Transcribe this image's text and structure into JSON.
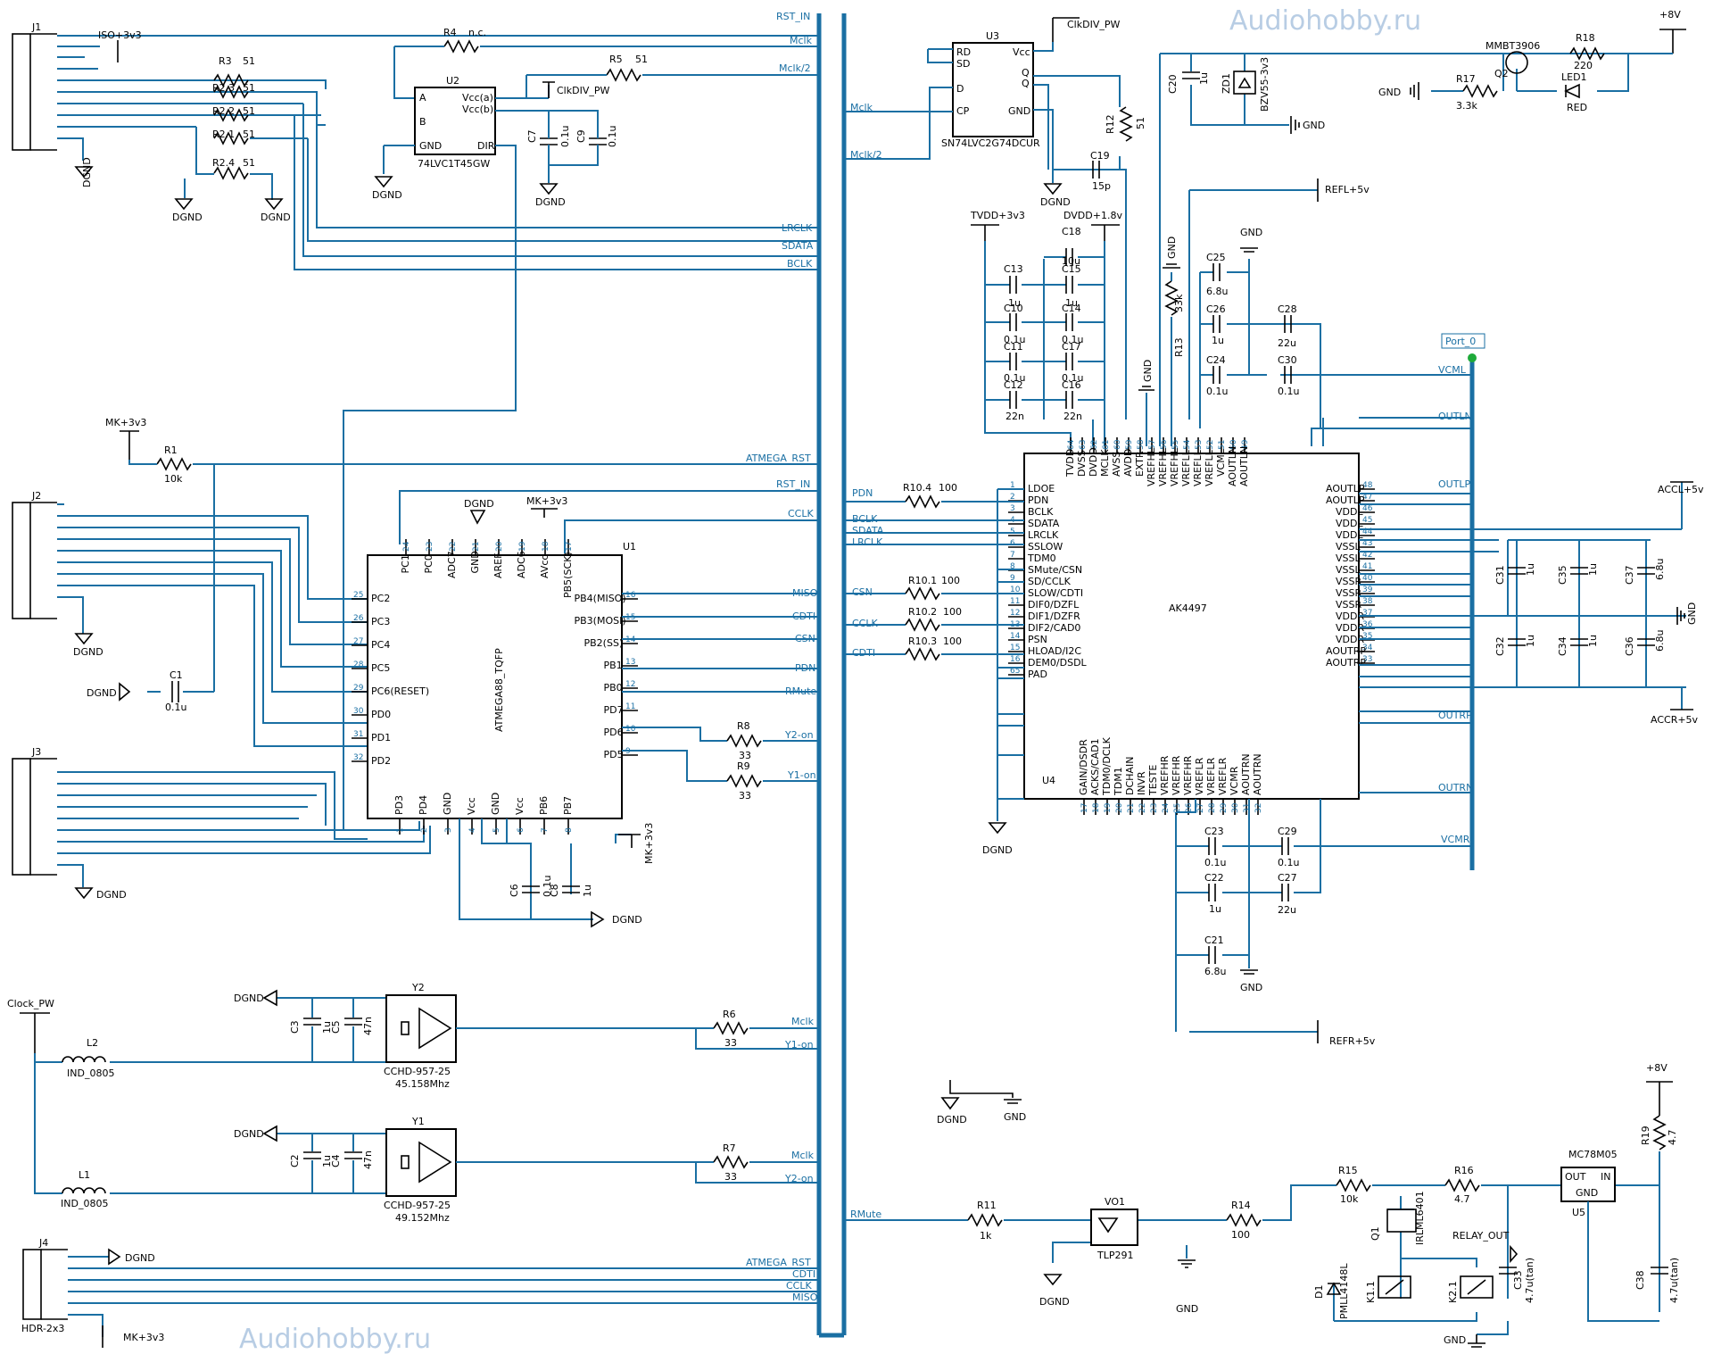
{
  "watermark": "Audiohobby.ru",
  "chips": {
    "U1": {
      "ref": "U1",
      "part": "ATMEGA88_TQFP"
    },
    "U2": {
      "ref": "U2",
      "part": "74LVC1T45GW"
    },
    "U3": {
      "ref": "U3",
      "part": "SN74LVC2G74DCUR"
    },
    "U4": {
      "ref": "U4",
      "part": "AK4497"
    },
    "U5": {
      "ref": "U5",
      "part": "MC78M05",
      "gnd": "GND",
      "out": "OUT",
      "in": "IN"
    },
    "VO1": {
      "ref": "VO1",
      "part": "TLP291"
    },
    "Y1": {
      "ref": "Y1",
      "part": "CCHD-957-25",
      "freq": "49.152Mhz"
    },
    "Y2": {
      "ref": "Y2",
      "part": "CCHD-957-25",
      "freq": "45.158Mhz"
    },
    "Q1": {
      "ref": "Q1",
      "part": "IRLML6401"
    },
    "Q2": {
      "ref": "Q2",
      "part": "MMBT3906"
    }
  },
  "connectors": {
    "J1": "J1",
    "J2": "J2",
    "J3": "J3",
    "J4": "J4",
    "J4_part": "HDR-2x3"
  },
  "resistors": {
    "R1": {
      "ref": "R1",
      "val": "10k"
    },
    "R2_1": {
      "ref": "R2.1",
      "val": "51"
    },
    "R2_2": {
      "ref": "R2.2",
      "val": "51"
    },
    "R2_3": {
      "ref": "R2.3",
      "val": "51"
    },
    "R2_4": {
      "ref": "R2.4",
      "val": "51"
    },
    "R3": {
      "ref": "R3",
      "val": "51"
    },
    "R4": {
      "ref": "R4",
      "val": "n.c."
    },
    "R5": {
      "ref": "R5",
      "val": "51"
    },
    "R6": {
      "ref": "R6",
      "val": "33"
    },
    "R7": {
      "ref": "R7",
      "val": "33"
    },
    "R8": {
      "ref": "R8",
      "val": "33"
    },
    "R9": {
      "ref": "R9",
      "val": "33"
    },
    "R10_1": {
      "ref": "R10.1",
      "val": "100"
    },
    "R10_2": {
      "ref": "R10.2",
      "val": "100"
    },
    "R10_3": {
      "ref": "R10.3",
      "val": "100"
    },
    "R10_4": {
      "ref": "R10.4",
      "val": "100"
    },
    "R11": {
      "ref": "R11",
      "val": "1k"
    },
    "R12": {
      "ref": "R12",
      "val": "51"
    },
    "R13": {
      "ref": "R13",
      "val": "33k"
    },
    "R14": {
      "ref": "R14",
      "val": "100"
    },
    "R15": {
      "ref": "R15",
      "val": "10k"
    },
    "R16": {
      "ref": "R16",
      "val": "4.7"
    },
    "R17": {
      "ref": "R17",
      "val": "3.3k"
    },
    "R18": {
      "ref": "R18",
      "val": "220"
    },
    "R19": {
      "ref": "R19",
      "val": "4.7"
    }
  },
  "inductors": {
    "L1": {
      "ref": "L1",
      "val": "IND_0805"
    },
    "L2": {
      "ref": "L2",
      "val": "IND_0805"
    }
  },
  "capacitors": {
    "C1": {
      "ref": "C1",
      "val": "0.1u"
    },
    "C2": {
      "ref": "C2",
      "val": "1u"
    },
    "C3": {
      "ref": "C3",
      "val": "1u"
    },
    "C4": {
      "ref": "C4",
      "val": "47n"
    },
    "C5": {
      "ref": "C5",
      "val": "47n"
    },
    "C6": {
      "ref": "C6",
      "val": "0.1u"
    },
    "C7": {
      "ref": "C7",
      "val": "0.1u"
    },
    "C8": {
      "ref": "C8",
      "val": "1u"
    },
    "C9": {
      "ref": "C9",
      "val": "0.1u"
    },
    "C10": {
      "ref": "C10",
      "val": "0.1u"
    },
    "C11": {
      "ref": "C11",
      "val": "0.1u"
    },
    "C12": {
      "ref": "C12",
      "val": "22n"
    },
    "C13": {
      "ref": "C13",
      "val": "1u"
    },
    "C14": {
      "ref": "C14",
      "val": "0.1u"
    },
    "C15": {
      "ref": "C15",
      "val": "1u"
    },
    "C16": {
      "ref": "C16",
      "val": "22n"
    },
    "C17": {
      "ref": "C17",
      "val": "0.1u"
    },
    "C18": {
      "ref": "C18",
      "val": "10u"
    },
    "C19": {
      "ref": "C19",
      "val": "15p"
    },
    "C20": {
      "ref": "C20",
      "val": "1u"
    },
    "C21": {
      "ref": "C21",
      "val": "6.8u"
    },
    "C22": {
      "ref": "C22",
      "val": "1u"
    },
    "C23": {
      "ref": "C23",
      "val": "0.1u"
    },
    "C24": {
      "ref": "C24",
      "val": "0.1u"
    },
    "C25": {
      "ref": "C25",
      "val": "6.8u"
    },
    "C26": {
      "ref": "C26",
      "val": "1u"
    },
    "C27": {
      "ref": "C27",
      "val": "22u"
    },
    "C28": {
      "ref": "C28",
      "val": "22u"
    },
    "C29": {
      "ref": "C29",
      "val": "0.1u"
    },
    "C30": {
      "ref": "C30",
      "val": "0.1u"
    },
    "C31": {
      "ref": "C31",
      "val": "1u"
    },
    "C32": {
      "ref": "C32",
      "val": "1u"
    },
    "C33": {
      "ref": "C33",
      "val": "4.7u(tan)"
    },
    "C34": {
      "ref": "C34",
      "val": "1u"
    },
    "C35": {
      "ref": "C35",
      "val": "1u"
    },
    "C36": {
      "ref": "C36",
      "val": "6.8u"
    },
    "C37": {
      "ref": "C37",
      "val": "6.8u"
    },
    "C38": {
      "ref": "C38",
      "val": "4.7u(tan)"
    }
  },
  "misc_parts": {
    "ZD1": {
      "ref": "ZD1",
      "val": "BZV55-3v3"
    },
    "D1": {
      "ref": "D1",
      "val": "PMLL4148L"
    },
    "LED1": {
      "ref": "LED1",
      "val": "RED"
    },
    "K1_1": {
      "ref": "K1.1"
    },
    "K2_1": {
      "ref": "K2.1"
    }
  },
  "power": {
    "dgnd": "DGND",
    "gnd": "GND",
    "iso": "ISO+3v3",
    "mk": "MK+3v3",
    "clkdiv": "ClkDIV_PW",
    "clock_pw": "Clock_PW",
    "tvdd": "TVDD+3v3",
    "dvdd": "DVDD+1.8v",
    "p8v": "+8V",
    "refl": "REFL+5v",
    "refr": "REFR+5v",
    "accl": "ACCL+5v",
    "accr": "ACCR+5v",
    "relay_out": "RELAY_OUT",
    "port0": "Port_0"
  },
  "nets": {
    "rst_in": "RST_IN",
    "mclk": "Mclk",
    "mclk2": "Mclk/2",
    "lrclk": "LRCLK",
    "sdata": "SDATA",
    "bclk": "BCLK",
    "atmega_rst": "ATMEGA_RST",
    "cclk": "CCLK",
    "miso": "MISO",
    "cdti": "CDTI",
    "csn": "CSN",
    "pdn": "PDN",
    "rmute": "RMute",
    "y2on": "Y2-on",
    "y1on": "Y1-on",
    "vcml": "VCML",
    "outln": "OUTLN",
    "outlp": "OUTLP",
    "outrp": "OUTRP",
    "outrn": "OUTRN",
    "vcmr": "VCMR"
  },
  "u1_pins": {
    "left": [
      {
        "num": "25",
        "name": "PC2"
      },
      {
        "num": "26",
        "name": "PC3"
      },
      {
        "num": "27",
        "name": "PC4"
      },
      {
        "num": "28",
        "name": "PC5"
      },
      {
        "num": "29",
        "name": "PC6(RESET)"
      },
      {
        "num": "30",
        "name": "PD0"
      },
      {
        "num": "31",
        "name": "PD1"
      },
      {
        "num": "32",
        "name": "PD2"
      }
    ],
    "right": [
      {
        "num": "16",
        "name": "PB4(MISO)"
      },
      {
        "num": "15",
        "name": "PB3(MOSI)"
      },
      {
        "num": "14",
        "name": "PB2(SS)"
      },
      {
        "num": "13",
        "name": "PB1"
      },
      {
        "num": "12",
        "name": "PB0"
      },
      {
        "num": "11",
        "name": "PD7"
      },
      {
        "num": "10",
        "name": "PD6"
      },
      {
        "num": "9",
        "name": "PD5"
      }
    ],
    "top": [
      {
        "num": "24",
        "name": "PC1"
      },
      {
        "num": "23",
        "name": "PC0"
      },
      {
        "num": "22",
        "name": "ADC7"
      },
      {
        "num": "21",
        "name": "GND"
      },
      {
        "num": "20",
        "name": "AREF"
      },
      {
        "num": "19",
        "name": "ADC6"
      },
      {
        "num": "18",
        "name": "AVcc"
      },
      {
        "num": "17",
        "name": "PB5(SCK)"
      }
    ],
    "bottom": [
      {
        "num": "1",
        "name": "PD3"
      },
      {
        "num": "2",
        "name": "PD4"
      },
      {
        "num": "3",
        "name": "GND"
      },
      {
        "num": "4",
        "name": "Vcc"
      },
      {
        "num": "5",
        "name": "GND"
      },
      {
        "num": "6",
        "name": "Vcc"
      },
      {
        "num": "7",
        "name": "PB6"
      },
      {
        "num": "8",
        "name": "PB7"
      }
    ]
  },
  "u4_pins": {
    "left": [
      {
        "num": "1",
        "name": "LDOE"
      },
      {
        "num": "2",
        "name": "PDN"
      },
      {
        "num": "3",
        "name": "BCLK"
      },
      {
        "num": "4",
        "name": "SDATA"
      },
      {
        "num": "5",
        "name": "LRCLK"
      },
      {
        "num": "6",
        "name": "SSLOW"
      },
      {
        "num": "7",
        "name": "TDM0"
      },
      {
        "num": "8",
        "name": "SMute/CSN"
      },
      {
        "num": "9",
        "name": "SD/CCLK"
      },
      {
        "num": "10",
        "name": "SLOW/CDTI"
      },
      {
        "num": "11",
        "name": "DIF0/DZFL"
      },
      {
        "num": "12",
        "name": "DIF1/DZFR"
      },
      {
        "num": "13",
        "name": "DIF2/CAD0"
      },
      {
        "num": "14",
        "name": "PSN"
      },
      {
        "num": "15",
        "name": "HLOAD/I2C"
      },
      {
        "num": "16",
        "name": "DEM0/DSDL"
      },
      {
        "num": "65",
        "name": "PAD"
      }
    ],
    "right": [
      {
        "num": "48",
        "name": "AOUTLP"
      },
      {
        "num": "47",
        "name": "AOUTLP"
      },
      {
        "num": "46",
        "name": "VDDL"
      },
      {
        "num": "45",
        "name": "VDDL"
      },
      {
        "num": "44",
        "name": "VDDL"
      },
      {
        "num": "43",
        "name": "VSSL"
      },
      {
        "num": "42",
        "name": "VSSL"
      },
      {
        "num": "41",
        "name": "VSSL"
      },
      {
        "num": "40",
        "name": "VSSR"
      },
      {
        "num": "39",
        "name": "VSSR"
      },
      {
        "num": "38",
        "name": "VSSR"
      },
      {
        "num": "37",
        "name": "VDDR"
      },
      {
        "num": "36",
        "name": "VDDR"
      },
      {
        "num": "35",
        "name": "VDDR"
      },
      {
        "num": "34",
        "name": "AOUTRP"
      },
      {
        "num": "33",
        "name": "AOUTRP"
      }
    ],
    "top": [
      {
        "num": "64",
        "name": "TVDD"
      },
      {
        "num": "63",
        "name": "DVSS"
      },
      {
        "num": "62",
        "name": "DVDD"
      },
      {
        "num": "61",
        "name": "MCLK"
      },
      {
        "num": "60",
        "name": "AVSS"
      },
      {
        "num": "59",
        "name": "AVDD"
      },
      {
        "num": "58",
        "name": "EXTR"
      },
      {
        "num": "57",
        "name": "VREFHL"
      },
      {
        "num": "56",
        "name": "VREFHL"
      },
      {
        "num": "55",
        "name": "VREFHL"
      },
      {
        "num": "54",
        "name": "VREFLL"
      },
      {
        "num": "53",
        "name": "VREFLL"
      },
      {
        "num": "52",
        "name": "VREFLL"
      },
      {
        "num": "51",
        "name": "VCML"
      },
      {
        "num": "50",
        "name": "AOUTLN"
      },
      {
        "num": "49",
        "name": "AOUTLN"
      }
    ],
    "bottom": [
      {
        "num": "17",
        "name": "GAIN/DSDR"
      },
      {
        "num": "18",
        "name": "ACKS/CAD1"
      },
      {
        "num": "19",
        "name": "TDM0/DCLK"
      },
      {
        "num": "20",
        "name": "TDM1"
      },
      {
        "num": "21",
        "name": "DCHAIN"
      },
      {
        "num": "22",
        "name": "INVR"
      },
      {
        "num": "23",
        "name": "TESTE"
      },
      {
        "num": "24",
        "name": "VREFHR"
      },
      {
        "num": "25",
        "name": "VREFHR"
      },
      {
        "num": "26",
        "name": "VREFHR"
      },
      {
        "num": "27",
        "name": "VREFLR"
      },
      {
        "num": "28",
        "name": "VREFLR"
      },
      {
        "num": "29",
        "name": "VREFLR"
      },
      {
        "num": "30",
        "name": "VCMR"
      },
      {
        "num": "31",
        "name": "AOUTRN"
      },
      {
        "num": "32",
        "name": "AOUTRN"
      }
    ]
  },
  "u2_pins": {
    "A": "A",
    "B": "B",
    "GND": "GND",
    "VCCA": "Vcc(a)",
    "VCCB": "Vcc(b)",
    "DIR": "DIR"
  },
  "u3_pins": {
    "RD": "RD",
    "SD": "SD",
    "D": "D",
    "CP": "CP",
    "VCC": "Vcc",
    "Q": "Q",
    "QN": "Q",
    "GND": "GND"
  }
}
